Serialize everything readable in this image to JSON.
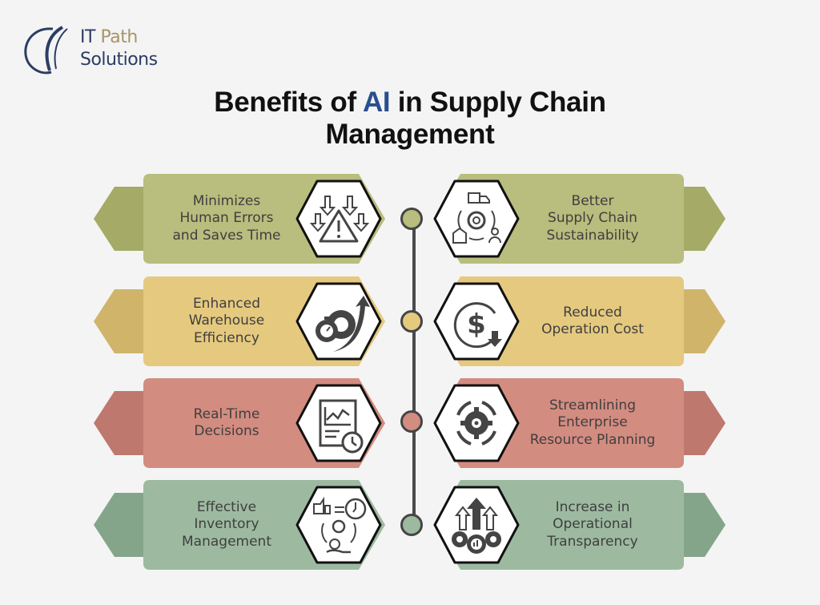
{
  "logo": {
    "line1_a": "IT",
    "line1_b": "Path",
    "line2": "Solutions",
    "colors": {
      "navy": "#2b3d63",
      "gold": "#a79468"
    }
  },
  "title": {
    "part1": "Benefits of ",
    "highlight": "AI",
    "part2": " in Supply Chain",
    "line2": "Management",
    "highlight_color": "#2a4f8f"
  },
  "rows": [
    {
      "color": "#b9bd7d",
      "tab": "#a5aa66",
      "left": {
        "label": "Minimizes Human Errors and Saves Time",
        "lines": [
          "Minimizes",
          "Human Errors",
          "and Saves Time"
        ],
        "icon": "warning-arrows-icon"
      },
      "right": {
        "label": "Better Supply Chain Sustainability",
        "lines": [
          "Better",
          "Supply Chain",
          "Sustainability"
        ],
        "icon": "supply-cycle-icon"
      }
    },
    {
      "color": "#e5c97f",
      "tab": "#cfb46a",
      "left": {
        "label": "Enhanced Warehouse Efficiency",
        "lines": [
          "Enhanced",
          "Warehouse",
          "Efficiency"
        ],
        "icon": "stopwatch-gear-growth-icon"
      },
      "right": {
        "label": "Reduced Operation Cost",
        "lines": [
          "Reduced",
          "Operation Cost"
        ],
        "icon": "dollar-down-icon"
      }
    },
    {
      "color": "#d38c80",
      "tab": "#bf786d",
      "left": {
        "label": "Real-Time Decisions",
        "lines": [
          "Real-Time",
          "Decisions"
        ],
        "icon": "chart-clock-icon"
      },
      "right": {
        "label": "Streamlining Enterprise Resource Planning",
        "lines": [
          "Streamlining",
          "Enterprise",
          "Resource Planning"
        ],
        "icon": "gear-cycle-icon"
      }
    },
    {
      "color": "#9dbaa1",
      "tab": "#85a58a",
      "left": {
        "label": "Effective Inventory Management",
        "lines": [
          "Effective",
          "Inventory",
          "Management"
        ],
        "icon": "inventory-management-icon"
      },
      "right": {
        "label": "Increase in Operational Transparency",
        "lines": [
          "Increase in",
          "Operational",
          "Transparency"
        ],
        "icon": "gears-arrows-up-icon"
      }
    }
  ]
}
